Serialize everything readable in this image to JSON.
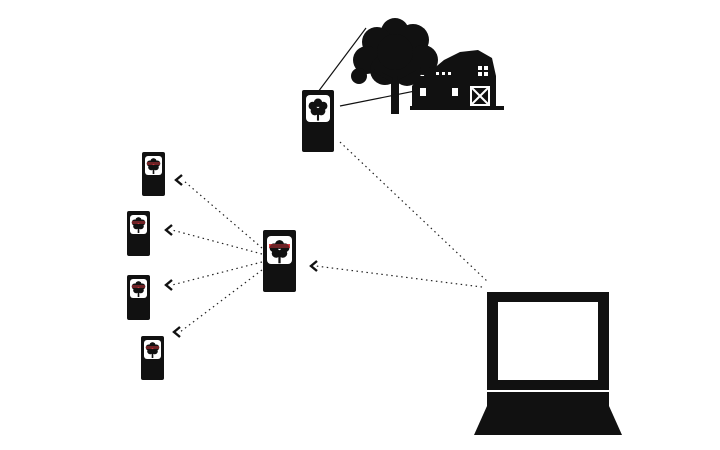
{
  "colors": {
    "background": "#ffffff",
    "ink": "#111111",
    "accent_red": "#e2383f",
    "screen_white": "#ffffff"
  },
  "icons": {
    "tree": "tree-icon",
    "barn": "barn-icon",
    "camera_phone": "camera-phone-icon",
    "phone": "phone-icon",
    "laptop": "laptop-icon",
    "arrowhead": "chevron-left-icon"
  },
  "diagram": {
    "nodes": [
      "camera-phone",
      "hub-phone",
      "receiver-phone-1",
      "receiver-phone-2",
      "receiver-phone-3",
      "receiver-phone-4",
      "laptop",
      "tree",
      "barn"
    ],
    "connections": [
      {
        "from": "camera-phone",
        "to": "laptop",
        "style": "dotted"
      },
      {
        "from": "laptop",
        "to": "hub-phone",
        "style": "dotted",
        "arrow": "toward-hub"
      },
      {
        "from": "hub-phone",
        "to": "receiver-phone-1",
        "style": "dotted",
        "arrow": "toward-receiver"
      },
      {
        "from": "hub-phone",
        "to": "receiver-phone-2",
        "style": "dotted",
        "arrow": "toward-receiver"
      },
      {
        "from": "hub-phone",
        "to": "receiver-phone-3",
        "style": "dotted",
        "arrow": "toward-receiver"
      },
      {
        "from": "hub-phone",
        "to": "receiver-phone-4",
        "style": "dotted",
        "arrow": "toward-receiver"
      }
    ]
  }
}
